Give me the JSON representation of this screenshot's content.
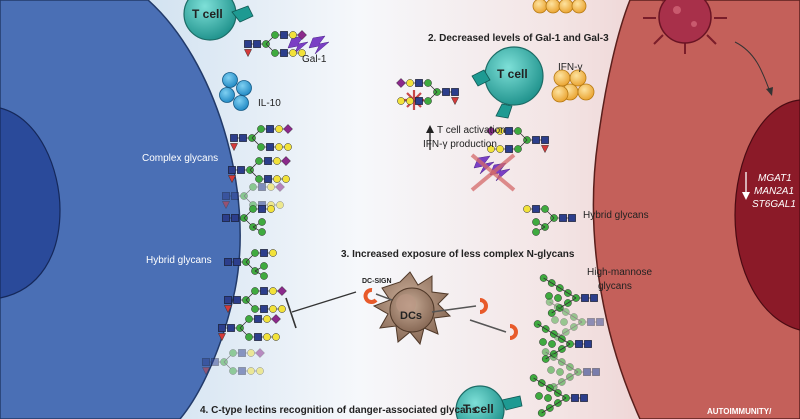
{
  "colors": {
    "left_cell": "#4a6fb5",
    "left_nucleus": "#2a4a9a",
    "right_cell": "#c4605a",
    "right_nucleus": "#8b1a28",
    "t_cell": "#3fb8b0",
    "ifn_gamma": "#f5b041",
    "il10": "#29a3d6",
    "dc": "#a58673",
    "gal": "#7a3fc4",
    "mannose": "#3faa3f",
    "galactose": "#f2e23a",
    "glcnac": "#2c3e8c",
    "sialic": "#8b2a8b",
    "fucose": "#d43a3a",
    "lectin": "#e85a2a"
  },
  "labels": {
    "t_cell_top": "T cell",
    "gal1": "Gal-1",
    "il10": "IL-10",
    "complex_glycans": "Complex glycans",
    "hybrid_glycans_left": "Hybrid glycans",
    "step2": "2. Decreased levels of Gal-1 and Gal-3",
    "t_cell_mid": "T cell",
    "ifn_gamma": "IFN-γ",
    "t_activation": "T cell activation",
    "ifn_production": "IFN-γ production",
    "hybrid_glycans_right": "Hybrid glycans",
    "step3": "3. Increased exposure of less complex N-glycans",
    "dc_sign": "DC-SIGN",
    "dcs": "DCs",
    "high_mannose_1": "High-mannose",
    "high_mannose_2": "glycans",
    "step4": "4. C-type lectins recognition of danger-associated glycans",
    "t_cell_bottom": "T cell",
    "autoimmunity": "AUTOIMMUNITY/",
    "genes": [
      "MGAT1",
      "MAN2A1",
      "ST6GAL1"
    ]
  }
}
